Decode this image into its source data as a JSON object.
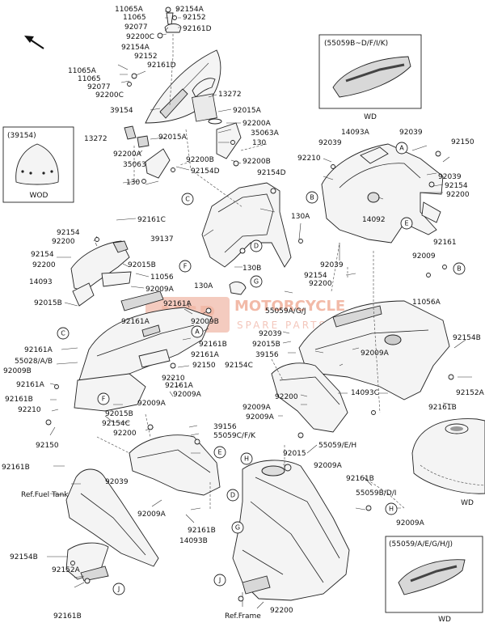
{
  "watermark": {
    "brand": "MOTORCYCLE",
    "sub": "SPARE PARTS",
    "logo": "MSP"
  },
  "callouts": [
    {
      "id": "c1",
      "text": "11065A"
    },
    {
      "id": "c2",
      "text": "92154A"
    },
    {
      "id": "c3",
      "text": "11065"
    },
    {
      "id": "c4",
      "text": "92152"
    },
    {
      "id": "c5",
      "text": "92077"
    },
    {
      "id": "c6",
      "text": "92161D"
    },
    {
      "id": "c7",
      "text": "92200C"
    },
    {
      "id": "c8",
      "text": "92154A"
    },
    {
      "id": "c9",
      "text": "92152"
    },
    {
      "id": "c10",
      "text": "11065A"
    },
    {
      "id": "c11",
      "text": "92161D"
    },
    {
      "id": "c12",
      "text": "11065"
    },
    {
      "id": "c13",
      "text": "92077"
    },
    {
      "id": "c14",
      "text": "92200C"
    },
    {
      "id": "c15",
      "text": "13272"
    },
    {
      "id": "c16",
      "text": "39154"
    },
    {
      "id": "c17",
      "text": "92015A"
    },
    {
      "id": "c18",
      "text": "92200A"
    },
    {
      "id": "c19",
      "text": "13272"
    },
    {
      "id": "c20",
      "text": "92015A"
    },
    {
      "id": "c21",
      "text": "35063A"
    },
    {
      "id": "c22",
      "text": "130"
    },
    {
      "id": "c23",
      "text": "92200A"
    },
    {
      "id": "c24",
      "text": "92200B"
    },
    {
      "id": "c25",
      "text": "92200B"
    },
    {
      "id": "c26",
      "text": "35063"
    },
    {
      "id": "c27",
      "text": "92154D"
    },
    {
      "id": "c28",
      "text": "92154D"
    },
    {
      "id": "c29",
      "text": "130"
    },
    {
      "id": "c30",
      "text": "14093A"
    },
    {
      "id": "c31",
      "text": "92039"
    },
    {
      "id": "c32",
      "text": "92039"
    },
    {
      "id": "c33",
      "text": "92150"
    },
    {
      "id": "c34",
      "text": "92210"
    },
    {
      "id": "c35",
      "text": "92039"
    },
    {
      "id": "c36",
      "text": "92154"
    },
    {
      "id": "c37",
      "text": "92200"
    },
    {
      "id": "c38",
      "text": "14092"
    },
    {
      "id": "c39",
      "text": "92161C"
    },
    {
      "id": "c40",
      "text": "39137"
    },
    {
      "id": "c41",
      "text": "130A"
    },
    {
      "id": "c42",
      "text": "92154"
    },
    {
      "id": "c43",
      "text": "92200"
    },
    {
      "id": "c44",
      "text": "92154"
    },
    {
      "id": "c45",
      "text": "92200"
    },
    {
      "id": "c46",
      "text": "14093"
    },
    {
      "id": "c47",
      "text": "92015B"
    },
    {
      "id": "c48",
      "text": "11056"
    },
    {
      "id": "c49",
      "text": "92009A"
    },
    {
      "id": "c50",
      "text": "130B"
    },
    {
      "id": "c51",
      "text": "92015B"
    },
    {
      "id": "c52",
      "text": "130A"
    },
    {
      "id": "c53",
      "text": "92161A"
    },
    {
      "id": "c54",
      "text": "92161A"
    },
    {
      "id": "c55",
      "text": "92009B"
    },
    {
      "id": "c56",
      "text": "92039"
    },
    {
      "id": "c57",
      "text": "92154"
    },
    {
      "id": "c58",
      "text": "92200"
    },
    {
      "id": "c59",
      "text": "92161"
    },
    {
      "id": "c60",
      "text": "92009"
    },
    {
      "id": "c61",
      "text": "11056A"
    },
    {
      "id": "c62",
      "text": "55059A/G/J"
    },
    {
      "id": "c63",
      "text": "92039"
    },
    {
      "id": "c64",
      "text": "92015B"
    },
    {
      "id": "c65",
      "text": "39156"
    },
    {
      "id": "c66",
      "text": "92009A"
    },
    {
      "id": "c67",
      "text": "92154B"
    },
    {
      "id": "c68",
      "text": "92152A"
    },
    {
      "id": "c69",
      "text": "92161A"
    },
    {
      "id": "c70",
      "text": "55028/A/B"
    },
    {
      "id": "c71",
      "text": "92009B"
    },
    {
      "id": "c72",
      "text": "92161B"
    },
    {
      "id": "c73",
      "text": "92150"
    },
    {
      "id": "c74",
      "text": "92161A"
    },
    {
      "id": "c75",
      "text": "92161A"
    },
    {
      "id": "c76",
      "text": "92210"
    },
    {
      "id": "c77",
      "text": "92161A"
    },
    {
      "id": "c78",
      "text": "92009A"
    },
    {
      "id": "c79",
      "text": "92161B"
    },
    {
      "id": "c80",
      "text": "92210"
    },
    {
      "id": "c81",
      "text": "92015B"
    },
    {
      "id": "c82",
      "text": "92009A"
    },
    {
      "id": "c83",
      "text": "92154C"
    },
    {
      "id": "c84",
      "text": "92200"
    },
    {
      "id": "c85",
      "text": "92009A"
    },
    {
      "id": "c86",
      "text": "92009A"
    },
    {
      "id": "c87",
      "text": "14093C"
    },
    {
      "id": "c88",
      "text": "92161B"
    },
    {
      "id": "c89",
      "text": "92150"
    },
    {
      "id": "c90",
      "text": "92154C"
    },
    {
      "id": "c91",
      "text": "39156"
    },
    {
      "id": "c92",
      "text": "92200"
    },
    {
      "id": "c93",
      "text": "55059C/F/K"
    },
    {
      "id": "c94",
      "text": "55059/E/H"
    },
    {
      "id": "c95",
      "text": "92161B"
    },
    {
      "id": "c96",
      "text": "92015"
    },
    {
      "id": "c97",
      "text": "92009A"
    },
    {
      "id": "c98",
      "text": "92039"
    },
    {
      "id": "c99",
      "text": "Ref.Fuel Tank"
    },
    {
      "id": "c100",
      "text": "92161B"
    },
    {
      "id": "c101",
      "text": "55059B/D/I"
    },
    {
      "id": "c102",
      "text": "92009A"
    },
    {
      "id": "c103",
      "text": "92161B"
    },
    {
      "id": "c104",
      "text": "92009A"
    },
    {
      "id": "c105",
      "text": "14093B"
    },
    {
      "id": "c106",
      "text": "92154B"
    },
    {
      "id": "c107",
      "text": "92152A"
    },
    {
      "id": "c108",
      "text": "92161B"
    },
    {
      "id": "c109",
      "text": "Ref.Frame"
    },
    {
      "id": "c110",
      "text": "92200"
    }
  ],
  "inset_top_left": {
    "title": "(39154)",
    "caption": "WOD"
  },
  "inset_top_right": {
    "title": "(55059B~D/F/I/K)",
    "caption": "WD"
  },
  "inset_bottom_right": {
    "title": "(55059/A/E/G/H/J)",
    "caption": "WD"
  },
  "inset_tank": {
    "caption": "WD"
  },
  "ref_letters": [
    "A",
    "B",
    "C",
    "D",
    "E",
    "F",
    "G",
    "H",
    "J"
  ]
}
